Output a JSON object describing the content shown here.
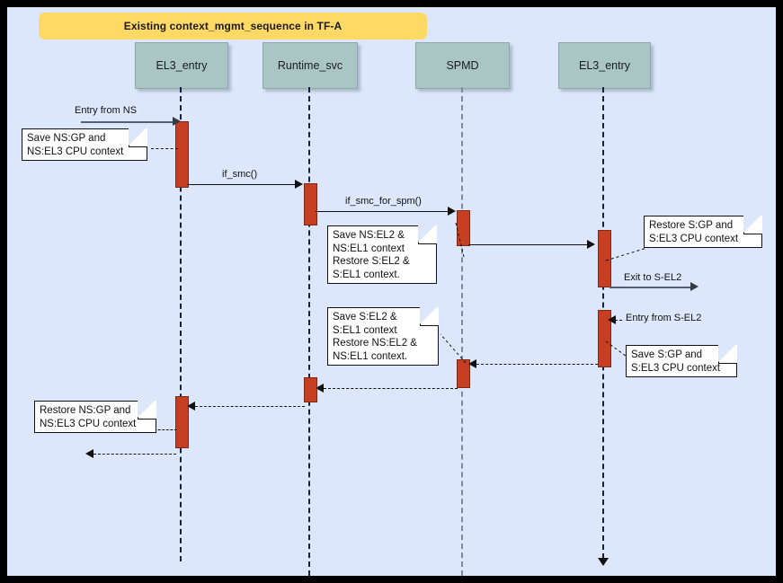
{
  "frame": {
    "title": "Existing context_mgmt_sequence in TF-A",
    "canvas_color": "#dde7fb",
    "banner_color": "#ffd966",
    "participant_color": "#a9c6c4",
    "activation_color": "#c63f22",
    "border_color": "#000000"
  },
  "participants": [
    {
      "id": "el3_left",
      "label": "EL3_entry"
    },
    {
      "id": "runtime",
      "label": "Runtime_svc"
    },
    {
      "id": "spmd",
      "label": "SPMD"
    },
    {
      "id": "el3_right",
      "label": "EL3_entry"
    }
  ],
  "messages": [
    {
      "id": "m1",
      "label": "Entry from NS",
      "kind": "solid-grey",
      "dir": "right"
    },
    {
      "id": "m2",
      "label": "if_smc()",
      "kind": "solid",
      "dir": "right"
    },
    {
      "id": "m3",
      "label": "if_smc_for_spm()",
      "kind": "solid",
      "dir": "right"
    },
    {
      "id": "m4",
      "label": "",
      "kind": "solid",
      "dir": "right"
    },
    {
      "id": "m5",
      "label": "Exit to S-EL2",
      "kind": "solid-grey",
      "dir": "right"
    },
    {
      "id": "m6",
      "label": "Entry from S-EL2",
      "kind": "dashed",
      "dir": "left"
    },
    {
      "id": "m7",
      "label": "",
      "kind": "dashed",
      "dir": "left"
    },
    {
      "id": "m8",
      "label": "",
      "kind": "dashed",
      "dir": "left"
    },
    {
      "id": "m9",
      "label": "",
      "kind": "dashed",
      "dir": "left"
    },
    {
      "id": "m10",
      "label": "",
      "kind": "dashed",
      "dir": "left"
    }
  ],
  "notes": [
    {
      "id": "n1",
      "lines": [
        "Save NS:GP and",
        "NS:EL3 CPU context"
      ]
    },
    {
      "id": "n2",
      "lines": [
        "Save NS:EL2 &",
        "NS:EL1 context",
        "Restore S:EL2 &",
        "S:EL1 context."
      ]
    },
    {
      "id": "n3",
      "lines": [
        "Restore S:GP and",
        "S:EL3 CPU context"
      ]
    },
    {
      "id": "n4",
      "lines": [
        "Save S:EL2 &",
        "S:EL1 context",
        "Restore NS:EL2 &",
        "NS:EL1 context."
      ]
    },
    {
      "id": "n5",
      "lines": [
        "Save S:GP and",
        "S:EL3 CPU context"
      ]
    },
    {
      "id": "n6",
      "lines": [
        "Restore NS:GP and",
        "NS:EL3 CPU context"
      ]
    }
  ]
}
